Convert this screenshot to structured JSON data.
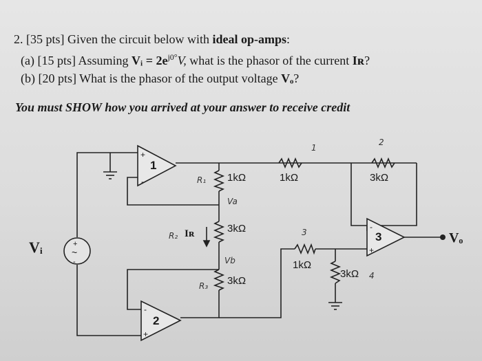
{
  "problem": {
    "header": "2. [35 pts] Given the circuit below with ",
    "header_bold": "ideal op-amps",
    "header_end": ":",
    "part_a_prefix": "(a) [15 pts] Assuming ",
    "part_a_eq": "Vᵢ = 2e",
    "part_a_exp": "j0°",
    "part_a_unit": "V,",
    "part_a_suffix": " what is the phasor of the current ",
    "part_a_current": "Iʀ",
    "part_a_q": "?",
    "part_b_prefix": "(b) [20 pts] What is the phasor of the output voltage ",
    "part_b_vo": "Vₒ",
    "part_b_q": "?",
    "note_a": "You must ",
    "note_b": "SHOW",
    "note_c": " how you arrived at your answer to receive credit"
  },
  "circuit": {
    "r1": "1kΩ",
    "r2": "3kΩ",
    "r3": "3kΩ",
    "r4": "1kΩ",
    "r5": "3kΩ",
    "r6": "1kΩ",
    "r7": "3kΩ",
    "op1": "1",
    "op2": "2",
    "op3": "3",
    "vi_label": "Vᵢ",
    "vo_label": "Vₒ",
    "ir_label": "Iʀ",
    "hand_r1": "R₁",
    "hand_va": "Va",
    "hand_r2": "R₂",
    "hand_vb": "Vb",
    "hand_r3": "R₃",
    "hand_1": "1",
    "hand_2": "2",
    "hand_3": "3",
    "hand_4": "4"
  }
}
